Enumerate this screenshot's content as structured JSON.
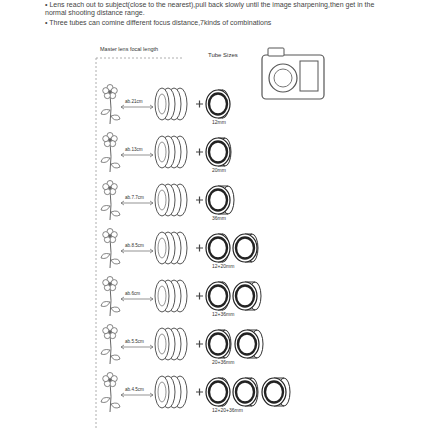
{
  "diagram": {
    "labels": [
      "• Lens reach out to subject(close to the nearest),pull back slowly until the image sharpening,then get in the normal shooting distance range.",
      "• Three tubes can comine different focus distance,7kinds of combinations",
      "Master lens focal length",
      "Tube Sizes",
      "ab.21cm",
      "ab.13cm",
      "ab.7.7cm",
      "ab.8.5cm",
      "ab.6cm",
      "ab.5.5cm",
      "ab.4.5cm",
      "12mm",
      "20mm",
      "36mm",
      "12+20mm",
      "12+36mm",
      "20+36mm",
      "12+20+36mm"
    ]
  }
}
